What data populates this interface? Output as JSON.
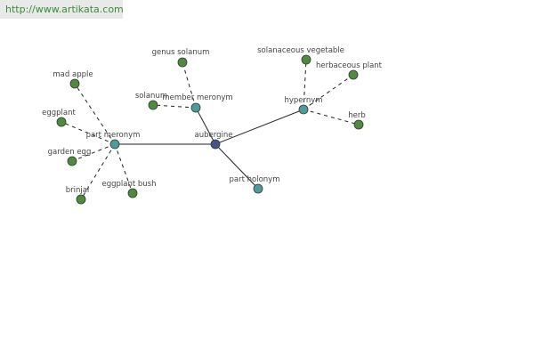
{
  "header": {
    "url": "http://www.artikata.com"
  },
  "colors": {
    "central_node": "#4a4f8e",
    "relation_node": "#4f9a9a",
    "leaf_node": "#4f8a3f",
    "node_stroke": "#2b3f2b",
    "edge": "#222222"
  },
  "graph": {
    "nodes": [
      {
        "id": "aubergine",
        "label": "aubergine",
        "kind": "central"
      },
      {
        "id": "part_meronym",
        "label": "part meronym",
        "kind": "relation"
      },
      {
        "id": "member_meronym",
        "label": "member meronym",
        "kind": "relation"
      },
      {
        "id": "hypernym",
        "label": "hypernym",
        "kind": "relation"
      },
      {
        "id": "part_holonym",
        "label": "part holonym",
        "kind": "relation"
      },
      {
        "id": "mad_apple",
        "label": "mad apple",
        "kind": "leaf"
      },
      {
        "id": "eggplant",
        "label": "eggplant",
        "kind": "leaf"
      },
      {
        "id": "garden_egg",
        "label": "garden egg",
        "kind": "leaf"
      },
      {
        "id": "brinjal",
        "label": "brinjal",
        "kind": "leaf"
      },
      {
        "id": "eggplant_bush",
        "label": "eggplant bush",
        "kind": "leaf"
      },
      {
        "id": "genus_solanum",
        "label": "genus solanum",
        "kind": "leaf"
      },
      {
        "id": "solanum",
        "label": "solanum",
        "kind": "leaf"
      },
      {
        "id": "solanaceous_vegetable",
        "label": "solanaceous vegetable",
        "kind": "leaf"
      },
      {
        "id": "herbaceous_plant",
        "label": "herbaceous plant",
        "kind": "leaf"
      },
      {
        "id": "herb",
        "label": "herb",
        "kind": "leaf"
      }
    ],
    "edges": [
      {
        "from": "aubergine",
        "to": "part_meronym",
        "style": "solid"
      },
      {
        "from": "aubergine",
        "to": "member_meronym",
        "style": "solid"
      },
      {
        "from": "aubergine",
        "to": "hypernym",
        "style": "solid"
      },
      {
        "from": "aubergine",
        "to": "part_holonym",
        "style": "solid"
      },
      {
        "from": "part_meronym",
        "to": "mad_apple",
        "style": "dashed"
      },
      {
        "from": "part_meronym",
        "to": "eggplant",
        "style": "dashed"
      },
      {
        "from": "part_meronym",
        "to": "garden_egg",
        "style": "dashed"
      },
      {
        "from": "part_meronym",
        "to": "brinjal",
        "style": "dashed"
      },
      {
        "from": "part_meronym",
        "to": "eggplant_bush",
        "style": "dashed"
      },
      {
        "from": "member_meronym",
        "to": "genus_solanum",
        "style": "dashed"
      },
      {
        "from": "member_meronym",
        "to": "solanum",
        "style": "dashed"
      },
      {
        "from": "hypernym",
        "to": "solanaceous_vegetable",
        "style": "dashed"
      },
      {
        "from": "hypernym",
        "to": "herbaceous_plant",
        "style": "dashed"
      },
      {
        "from": "hypernym",
        "to": "herb",
        "style": "dashed"
      }
    ]
  }
}
